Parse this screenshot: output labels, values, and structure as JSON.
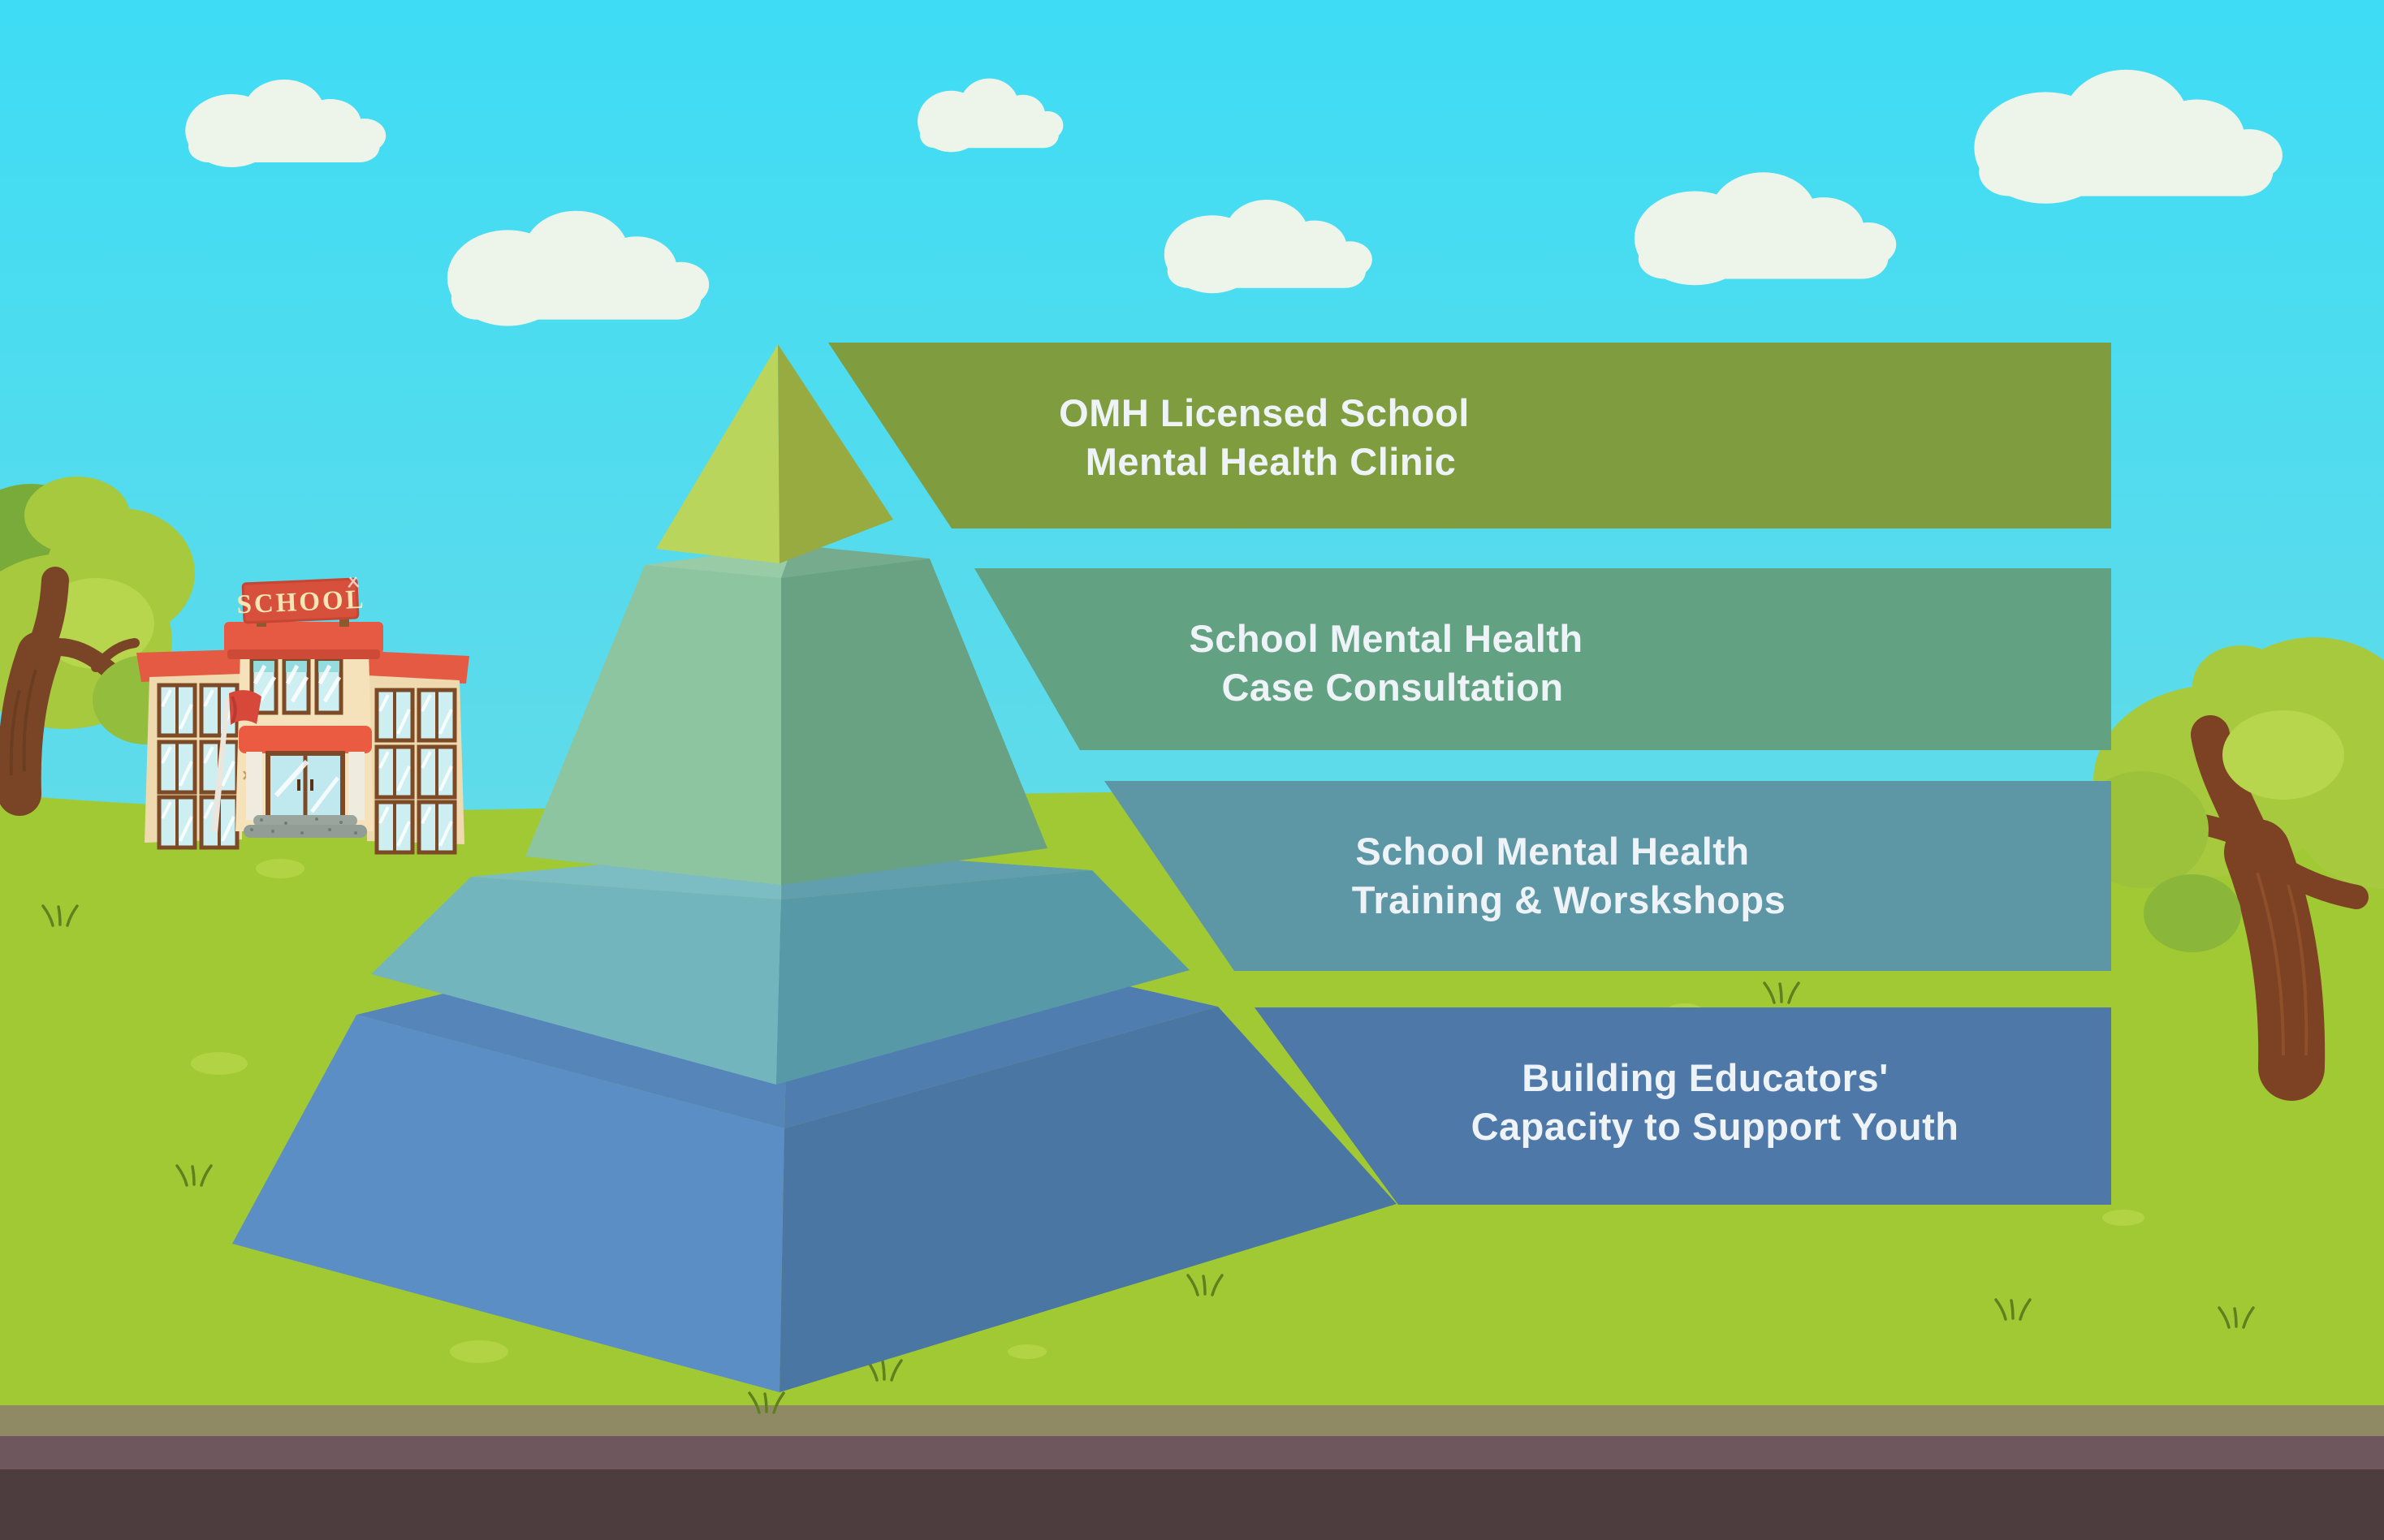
{
  "diagram": {
    "type": "pyramid-infographic",
    "levels_top_to_bottom": [
      {
        "rank": 1,
        "line1": "OMH Licensed School",
        "line2": "Mental Health Clinic"
      },
      {
        "rank": 2,
        "line1": "School Mental Health",
        "line2": "Case Consultation"
      },
      {
        "rank": 3,
        "line1": "School Mental Health",
        "line2": "Training & Worskshops"
      },
      {
        "rank": 4,
        "line1": "Building Educators'",
        "line2": "Capacity to Support Youth"
      }
    ]
  },
  "banners": [
    {
      "line1": "OMH Licensed School",
      "line2": "Mental Health Clinic",
      "color": "#7f9c3e"
    },
    {
      "line1": "School Mental Health",
      "line2": "Case Consultation",
      "color": "#63a183"
    },
    {
      "line1": "School Mental Health",
      "line2": "Training & Worskshops",
      "color": "#5d96a5"
    },
    {
      "line1": "Building Educators'",
      "line2": "Capacity to Support Youth",
      "color": "#4e78a7"
    }
  ],
  "pyramid": {
    "tiers": [
      {
        "rank": 1,
        "side_left": "#b9d55b",
        "side_right": "#97ab41"
      },
      {
        "rank": 2,
        "side_left": "#8dc5a0",
        "side_right": "#69a183",
        "top_left": "#9acba7",
        "top_right": "#76ab8d"
      },
      {
        "rank": 3,
        "side_left": "#73b5bd",
        "side_right": "#5899a8",
        "top_left": "#7cbcc3",
        "top_right": "#619fae"
      },
      {
        "rank": 4,
        "side_left": "#5c8ec6",
        "side_right": "#4a76a3",
        "top_left": "#5585b9",
        "top_right": "#4f7db0"
      }
    ]
  },
  "scene": {
    "school_sign": "SCHOOL",
    "colors": {
      "sky_top": "#3edcf5",
      "sky_bottom": "#7edade",
      "grass": "#a1c934",
      "grass_spot": "#b3d446",
      "curb": "#8f8a64",
      "curb_shadow": "#6e585e",
      "road": "#4e3d3e",
      "cloud": "#edf4ea",
      "text": "#eef3f7",
      "school_red": "#e55a42",
      "school_wall": "#f5e2ba"
    }
  }
}
